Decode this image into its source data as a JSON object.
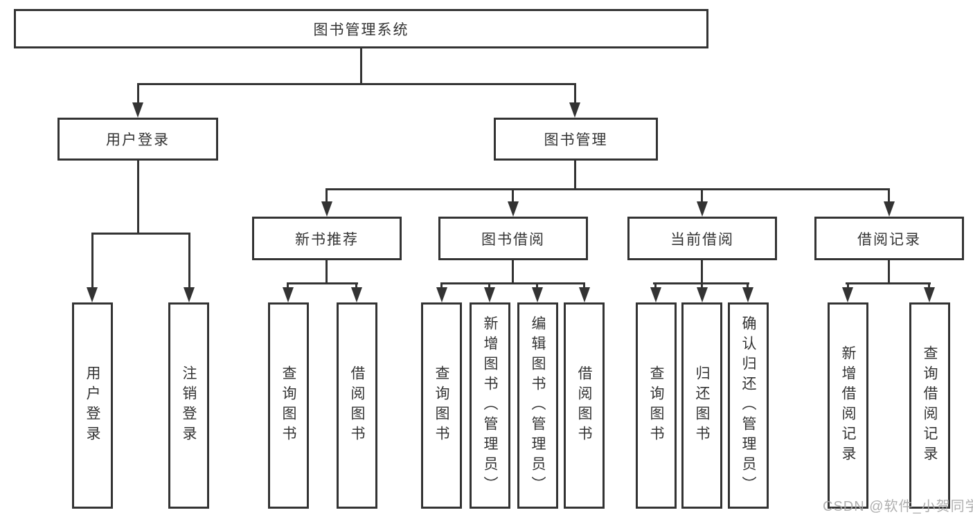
{
  "diagram": {
    "root": "图书管理系统",
    "user_login": {
      "label": "用户登录",
      "children": [
        "用户登录",
        "注销登录"
      ]
    },
    "book_mgmt": {
      "label": "图书管理",
      "sections": [
        {
          "label": "新书推荐",
          "children": [
            "查询图书",
            "借阅图书"
          ]
        },
        {
          "label": "图书借阅",
          "children": [
            "查询图书",
            "新增图书（管理员）",
            "编辑图书（管理员）",
            "借阅图书"
          ]
        },
        {
          "label": "当前借阅",
          "children": [
            "查询图书",
            "归还图书",
            "确认归还（管理员）"
          ]
        },
        {
          "label": "借阅记录",
          "children": [
            "新增借阅记录",
            "查询借阅记录"
          ]
        }
      ]
    },
    "watermark": "CSDN @软件_小贺同学",
    "colors": {
      "line": "#333333",
      "watermark": "#a8a8a8",
      "background": "#ffffff"
    }
  }
}
